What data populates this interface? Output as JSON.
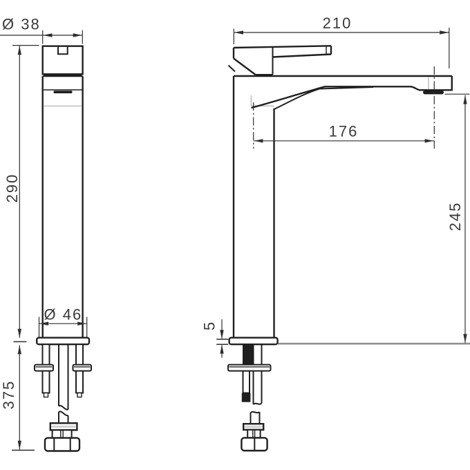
{
  "dimensions": {
    "top_diameter": "Ø 38",
    "height_above_counter": "290",
    "base_diameter": "Ø 46",
    "height_below_counter": "375",
    "overall_depth": "210",
    "spout_reach": "176",
    "spout_outlet_height": "245",
    "deck_thickness": "5"
  },
  "colors": {
    "outline": "#1f1f1f",
    "dimension": "#2f2f2f",
    "label": "#3a3a3a",
    "hidden_line": "#b5b5b5",
    "counter_line": "#8f8f8f",
    "background": "#ffffff"
  }
}
